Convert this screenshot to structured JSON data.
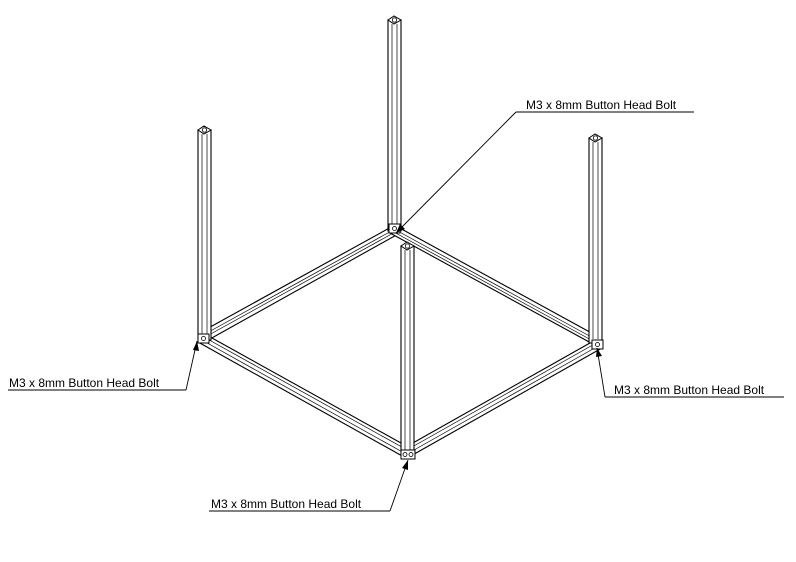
{
  "callouts": [
    {
      "id": "top",
      "label": "M3 x 8mm Button Head Bolt"
    },
    {
      "id": "left",
      "label": "M3 x 8mm Button Head Bolt"
    },
    {
      "id": "right",
      "label": "M3 x 8mm Button Head Bolt"
    },
    {
      "id": "bottom",
      "label": "M3 x 8mm Button Head Bolt"
    }
  ],
  "colors": {
    "line": "#000000",
    "profile_fill": "#ffffff",
    "background": "#ffffff"
  }
}
